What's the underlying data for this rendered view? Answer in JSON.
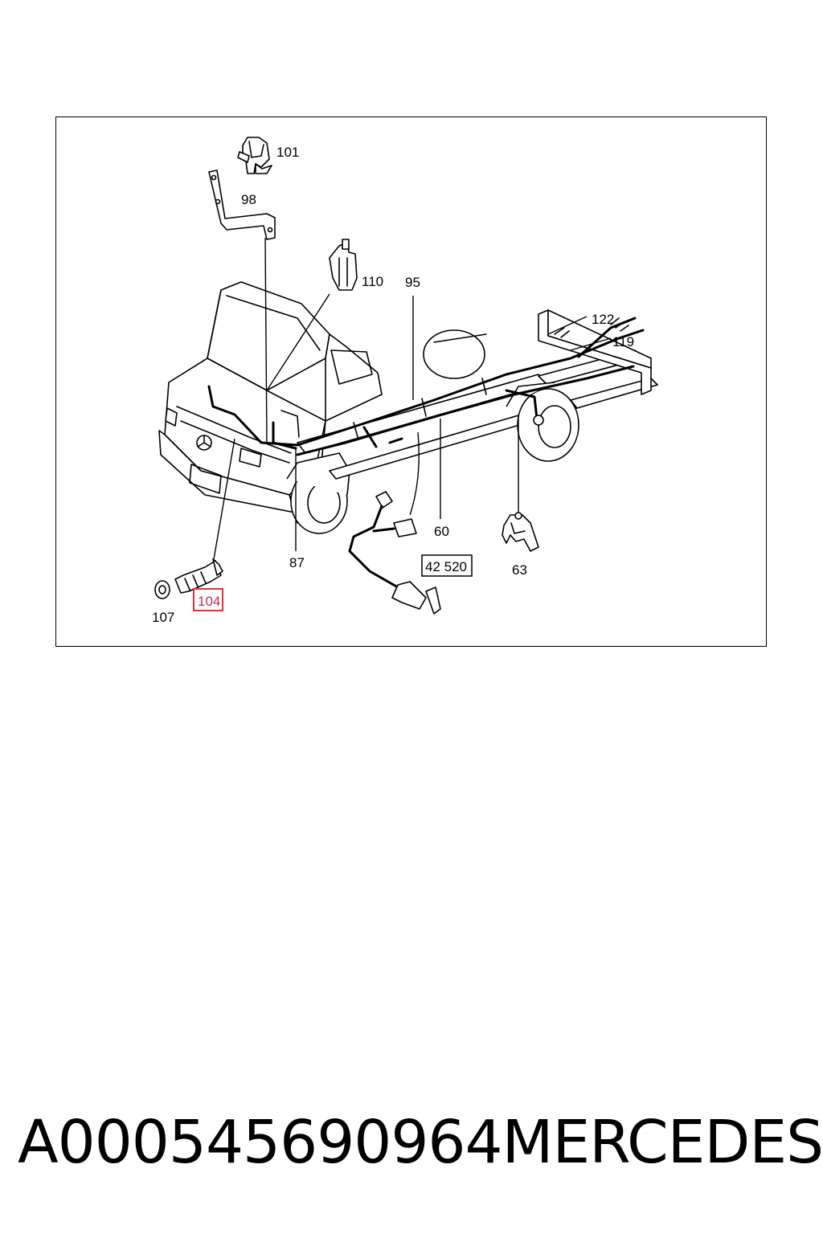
{
  "diagram": {
    "callouts": {
      "c101": "101",
      "c98": "98",
      "c110": "110",
      "c95": "95",
      "c122": "122",
      "c119": "119",
      "c87": "87",
      "c60": "60",
      "c63": "63",
      "c42520": "42 520",
      "c107": "107",
      "c104": "104"
    },
    "highlight_color": "#e0303a"
  },
  "caption": {
    "part_number": "A000545690964",
    "brand": "MERCEDES"
  }
}
